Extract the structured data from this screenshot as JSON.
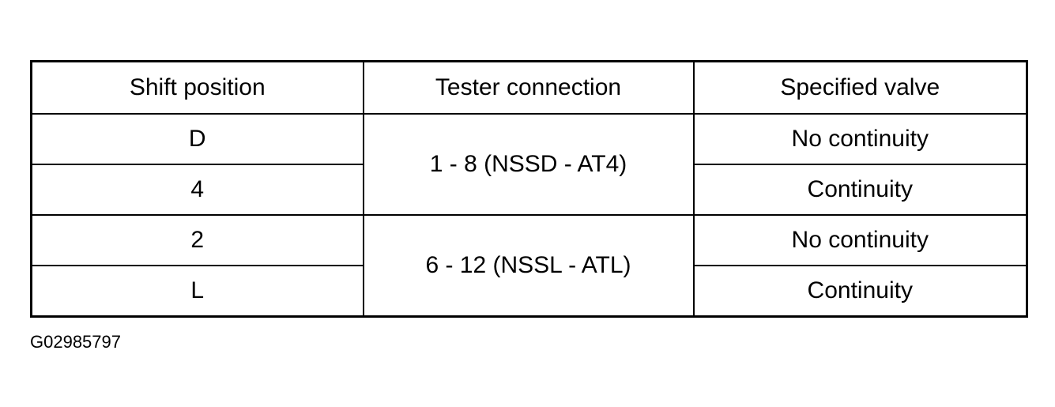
{
  "table": {
    "headers": [
      "Shift position",
      "Tester connection",
      "Specified valve"
    ],
    "groups": [
      {
        "tester_connection": "1 - 8 (NSSD - AT4)",
        "rows": [
          {
            "shift_position": "D",
            "specified_value": "No continuity"
          },
          {
            "shift_position": "4",
            "specified_value": "Continuity"
          }
        ]
      },
      {
        "tester_connection": "6 - 12 (NSSL - ATL)",
        "rows": [
          {
            "shift_position": "2",
            "specified_value": "No continuity"
          },
          {
            "shift_position": "L",
            "specified_value": "Continuity"
          }
        ]
      }
    ]
  },
  "figure_id": "G02985797"
}
